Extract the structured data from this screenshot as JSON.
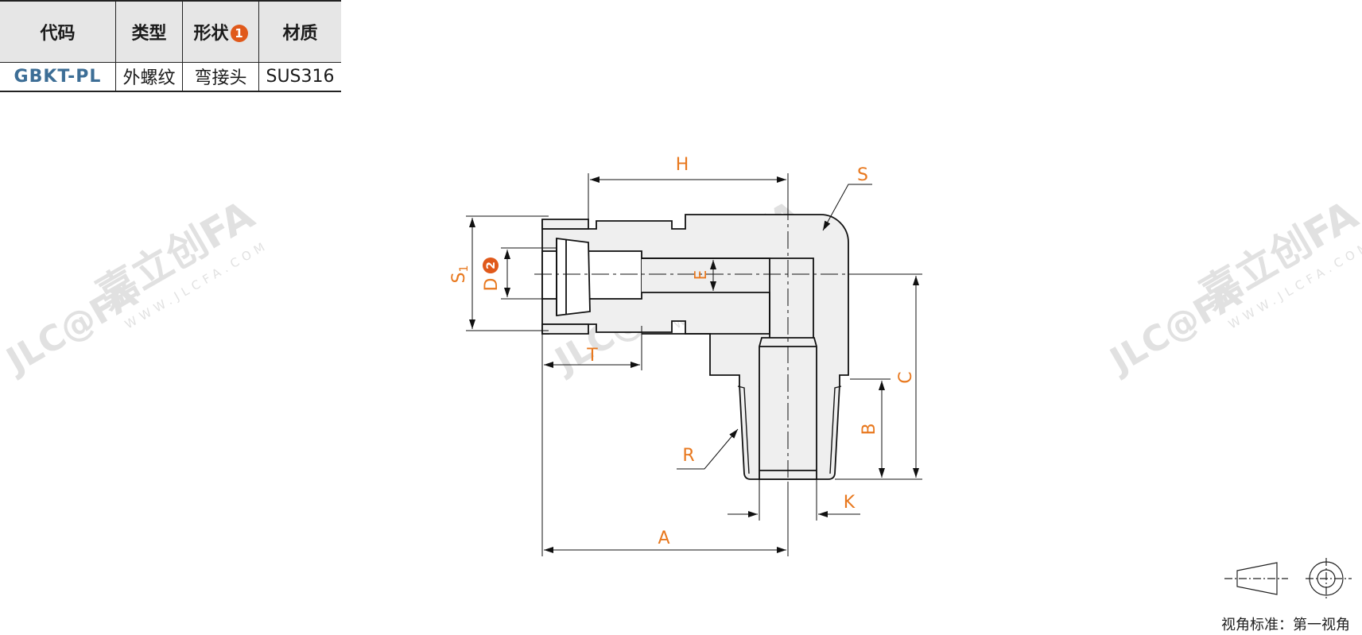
{
  "spec_table": {
    "headers": {
      "code": "代码",
      "type": "类型",
      "shape": "形状",
      "shape_note": "1",
      "material": "材质"
    },
    "row": {
      "code": "GBKT-PL",
      "type": "外螺纹",
      "shape": "弯接头",
      "material": "SUS316"
    }
  },
  "dimensions": {
    "H": "H",
    "S": "S",
    "S1": "S",
    "S1_sub": "1",
    "D": "D",
    "D_note": "2",
    "E": "E",
    "T": "T",
    "C": "C",
    "B": "B",
    "R": "R",
    "K": "K",
    "A": "A"
  },
  "watermark": {
    "brand": "嘉立创FA",
    "url": "WWW.JLCFA.COM",
    "logo_text": "JLC@FA"
  },
  "view_standard": {
    "label": "视角标准：第一视角"
  },
  "colors": {
    "dimension_text": "#e8781e",
    "badge": "#e0591b",
    "code_text": "#3d6e96",
    "part_fill": "#efefef",
    "header_bg": "#e6e6e6"
  }
}
